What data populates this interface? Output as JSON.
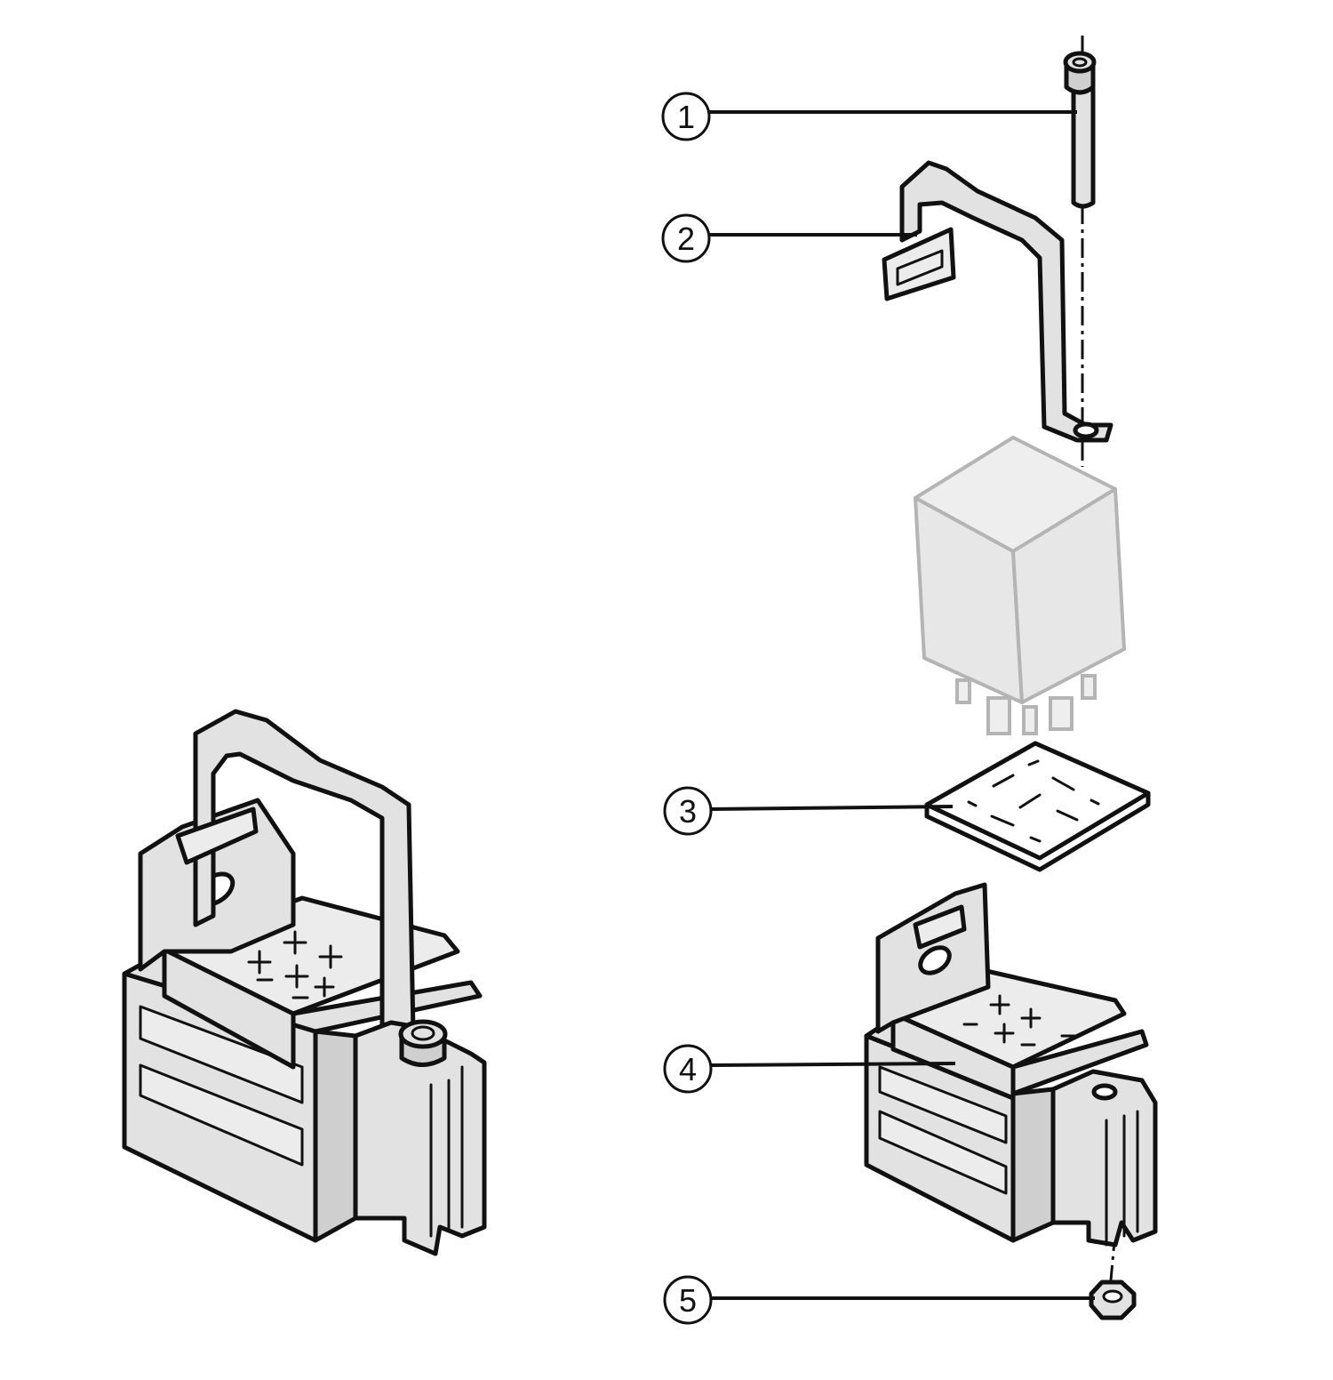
{
  "callouts": [
    {
      "label": "1"
    },
    {
      "label": "2"
    },
    {
      "label": "3"
    },
    {
      "label": "4"
    },
    {
      "label": "5"
    }
  ],
  "colors": {
    "outline": "#111111",
    "housing": "#e2e2e2",
    "relay": "#b4b4b4"
  }
}
